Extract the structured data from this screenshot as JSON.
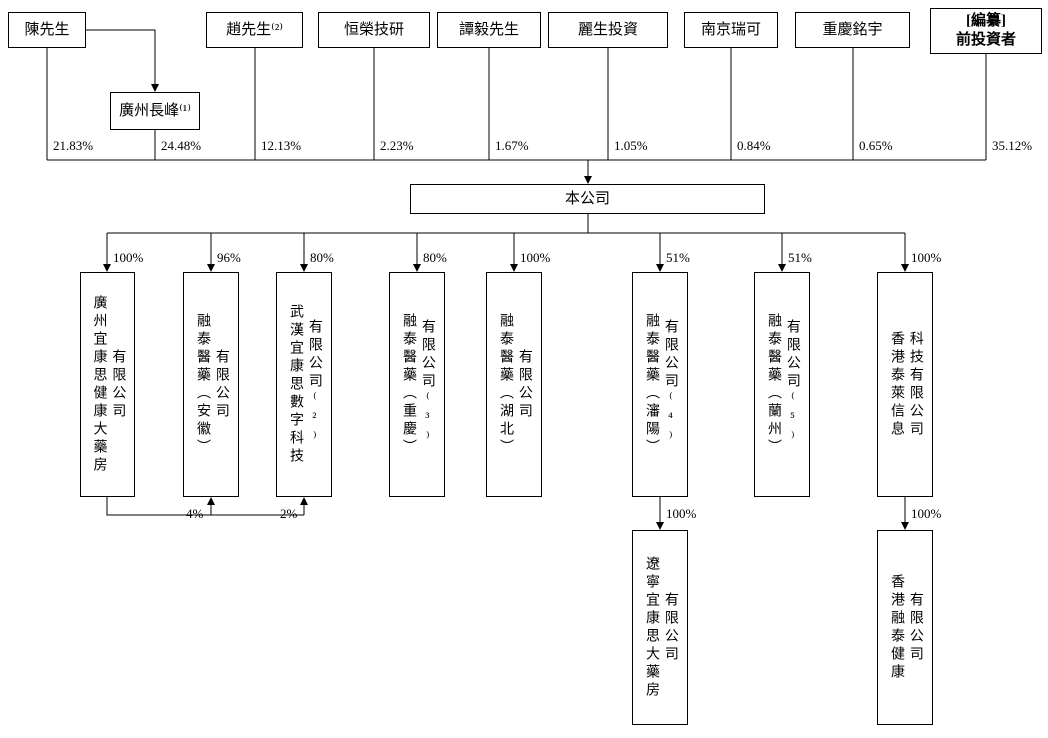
{
  "diagram": {
    "company": {
      "label": "本公司"
    },
    "shareholders": [
      {
        "id": "mr-chen",
        "label": "陳先生",
        "pct": "21.83%"
      },
      {
        "id": "guangzhou-changfeng",
        "label": "廣州長峰⁽¹⁾",
        "pct": "24.48%"
      },
      {
        "id": "mr-zhao",
        "label": "趙先生⁽²⁾",
        "pct": "12.13%"
      },
      {
        "id": "hengrong-tech",
        "label": "恒榮技研",
        "pct": "2.23%"
      },
      {
        "id": "mr-tanyi",
        "label": "譚毅先生",
        "pct": "1.67%"
      },
      {
        "id": "lisheng-investment",
        "label": "麗生投資",
        "pct": "1.05%"
      },
      {
        "id": "nanjing-ruike",
        "label": "南京瑞可",
        "pct": "0.84%"
      },
      {
        "id": "chongqing-mingyu",
        "label": "重慶銘宇",
        "pct": "0.65%"
      },
      {
        "id": "pre-investors",
        "label": [
          "[編纂]",
          "前投資者"
        ],
        "pct": "35.12%"
      }
    ],
    "subsidiaries": [
      {
        "label": [
          "廣州宜康思健康大藥房",
          "有限公司"
        ],
        "pct": "100%"
      },
      {
        "label": [
          "融泰醫藥（安徽）",
          "有限公司"
        ],
        "pct": "96%"
      },
      {
        "label": [
          "武漢宜康思數字科技",
          "有限公司⁽²⁾"
        ],
        "pct": "80%"
      },
      {
        "label": [
          "融泰醫藥（重慶）",
          "有限公司⁽³⁾"
        ],
        "pct": "80%"
      },
      {
        "label": [
          "融泰醫藥（湖北）",
          "有限公司"
        ],
        "pct": "100%"
      },
      {
        "label": [
          "融泰醫藥（瀋陽）",
          "有限公司⁽⁴⁾"
        ],
        "pct": "51%"
      },
      {
        "label": [
          "融泰醫藥（蘭州）",
          "有限公司⁽⁵⁾"
        ],
        "pct": "51%"
      },
      {
        "label": [
          "香港泰萊信息",
          "科技有限公司"
        ],
        "pct": "100%"
      }
    ],
    "sub_subsidiaries": [
      {
        "label": [
          "遼寧宜康思大藥房",
          "有限公司"
        ],
        "pct": "100%"
      },
      {
        "label": [
          "香港融泰健康",
          "有限公司"
        ],
        "pct": "100%"
      }
    ],
    "cross_holdings": [
      {
        "pct": "4%"
      },
      {
        "pct": "2%"
      }
    ]
  }
}
